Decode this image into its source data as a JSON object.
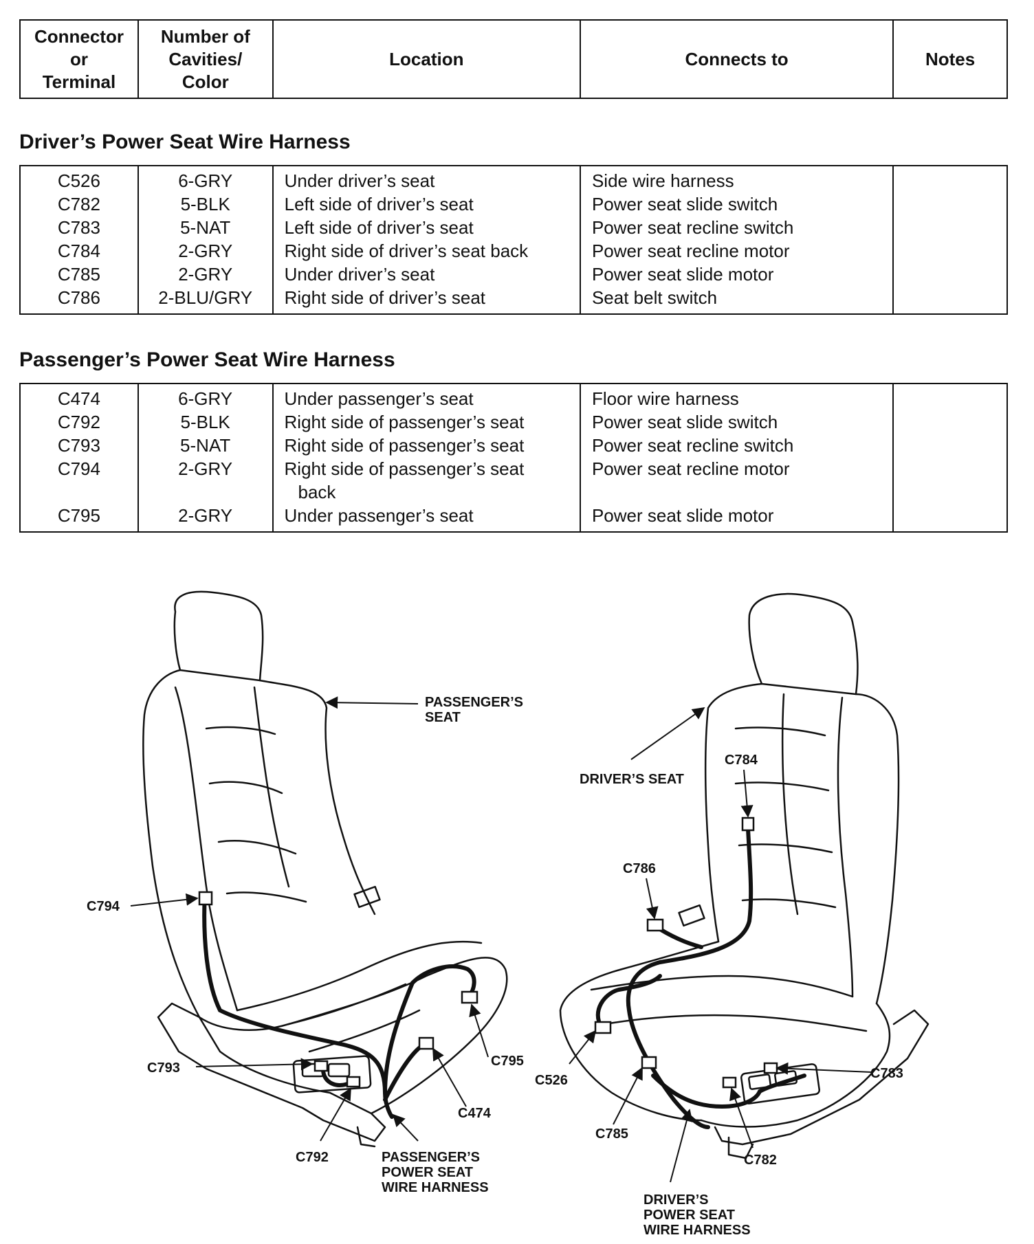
{
  "header": {
    "col1": [
      "Connector",
      "or",
      "Terminal"
    ],
    "col2": [
      "Number of",
      "Cavities/",
      "Color"
    ],
    "col3": "Location",
    "col4": "Connects to",
    "col5": "Notes"
  },
  "sections": [
    {
      "title": "Driver’s Power Seat Wire Harness",
      "rows": [
        {
          "connector": "C526",
          "cavities": "6-GRY",
          "location": "Under driver’s seat",
          "location2": "",
          "connects": "Side wire harness",
          "notes": ""
        },
        {
          "connector": "C782",
          "cavities": "5-BLK",
          "location": "Left side of driver’s seat",
          "location2": "",
          "connects": "Power seat slide switch",
          "notes": ""
        },
        {
          "connector": "C783",
          "cavities": "5-NAT",
          "location": "Left side of driver’s seat",
          "location2": "",
          "connects": "Power seat recline switch",
          "notes": ""
        },
        {
          "connector": "C784",
          "cavities": "2-GRY",
          "location": "Right side of driver’s seat back",
          "location2": "",
          "connects": "Power seat recline motor",
          "notes": ""
        },
        {
          "connector": "C785",
          "cavities": "2-GRY",
          "location": "Under driver’s seat",
          "location2": "",
          "connects": "Power seat slide motor",
          "notes": ""
        },
        {
          "connector": "C786",
          "cavities": "2-BLU/GRY",
          "location": "Right side of driver’s seat",
          "location2": "",
          "connects": "Seat belt switch",
          "notes": ""
        }
      ]
    },
    {
      "title": "Passenger’s Power Seat Wire Harness",
      "rows": [
        {
          "connector": "C474",
          "cavities": "6-GRY",
          "location": "Under passenger’s seat",
          "location2": "",
          "connects": "Floor wire harness",
          "notes": ""
        },
        {
          "connector": "C792",
          "cavities": "5-BLK",
          "location": "Right side of passenger’s seat",
          "location2": "",
          "connects": "Power seat slide switch",
          "notes": ""
        },
        {
          "connector": "C793",
          "cavities": "5-NAT",
          "location": "Right side of passenger’s seat",
          "location2": "",
          "connects": "Power seat recline switch",
          "notes": ""
        },
        {
          "connector": "C794",
          "cavities": "2-GRY",
          "location": "Right side of passenger’s seat",
          "location2": "back",
          "connects": "Power seat recline motor",
          "notes": ""
        },
        {
          "connector": "C795",
          "cavities": "2-GRY",
          "location": "Under passenger’s seat",
          "location2": "",
          "connects": "Power seat slide motor",
          "notes": ""
        }
      ]
    }
  ],
  "diagram": {
    "passenger_seat": [
      "PASSENGER’S",
      "SEAT"
    ],
    "driver_seat": "DRIVER’S SEAT",
    "passenger_harness": [
      "PASSENGER’S",
      "POWER SEAT",
      "WIRE HARNESS"
    ],
    "driver_harness": [
      "DRIVER’S",
      "POWER SEAT",
      "WIRE HARNESS"
    ],
    "connectors": {
      "c794": "C794",
      "c793": "C793",
      "c792": "C792",
      "c795": "C795",
      "c474": "C474",
      "c784": "C784",
      "c786": "C786",
      "c526": "C526",
      "c785": "C785",
      "c782": "C782",
      "c783": "C783"
    }
  }
}
